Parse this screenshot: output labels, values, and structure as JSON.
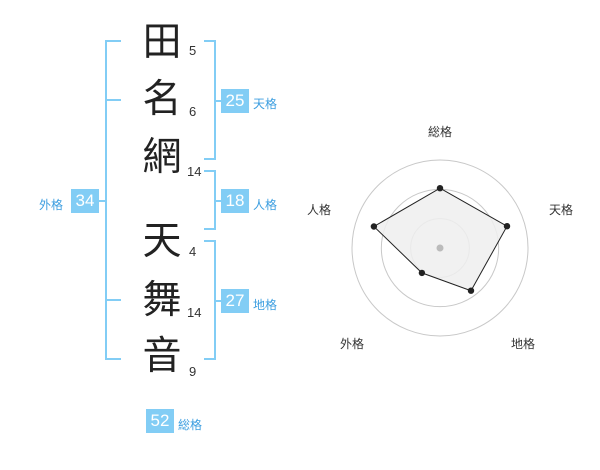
{
  "name": {
    "characters": [
      {
        "char": "田",
        "strokes": "5"
      },
      {
        "char": "名",
        "strokes": "6"
      },
      {
        "char": "網",
        "strokes": "14"
      },
      {
        "char": "天",
        "strokes": "4"
      },
      {
        "char": "舞",
        "strokes": "14"
      },
      {
        "char": "音",
        "strokes": "9"
      }
    ]
  },
  "fortune": {
    "tenkaku": {
      "value": "25",
      "label": "天格"
    },
    "jinkaku": {
      "value": "18",
      "label": "人格"
    },
    "chikaku": {
      "value": "27",
      "label": "地格"
    },
    "gaikaku": {
      "value": "34",
      "label": "外格"
    },
    "soukaku": {
      "value": "52",
      "label": "総格"
    }
  },
  "chart_data": {
    "type": "radar",
    "axes": [
      "総格",
      "天格",
      "地格",
      "外格",
      "人格"
    ],
    "values": [
      0.68,
      0.8,
      0.6,
      0.35,
      0.79
    ],
    "range": [
      0,
      1
    ],
    "rings": 3,
    "colors": {
      "fill": "#efefef",
      "line": "#222222",
      "grid": "#c8c8c8",
      "center": "#bbbbbb"
    }
  }
}
